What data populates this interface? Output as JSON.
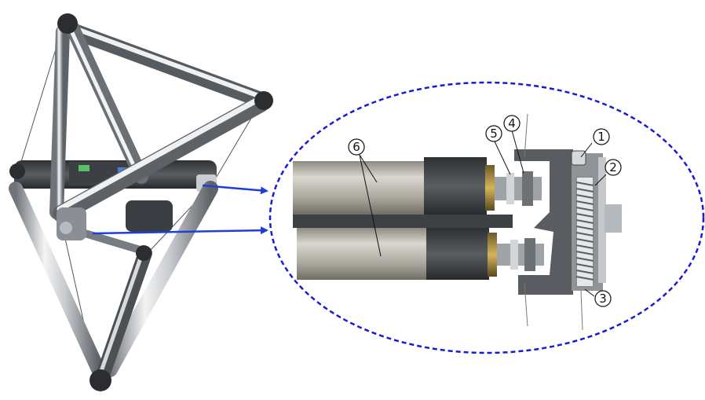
{
  "callouts": {
    "c1": "1",
    "c2": "2",
    "c3": "3",
    "c4": "4",
    "c5": "5",
    "c6": "6"
  },
  "colors": {
    "ellipse_dash": "#1a1ad6",
    "arrow": "#1f3fd6",
    "rod_light": "#e6e8ea",
    "rod_dark": "#7b8087",
    "joint_dark": "#2b2d31",
    "motor_silver": "#b9b7ad",
    "gearbox_dark": "#4a4d50",
    "spring": "#bfc3c6"
  },
  "icons": {
    "robot": "tensegrity-robot-icon",
    "zoom": "zoom-ellipse-icon"
  }
}
